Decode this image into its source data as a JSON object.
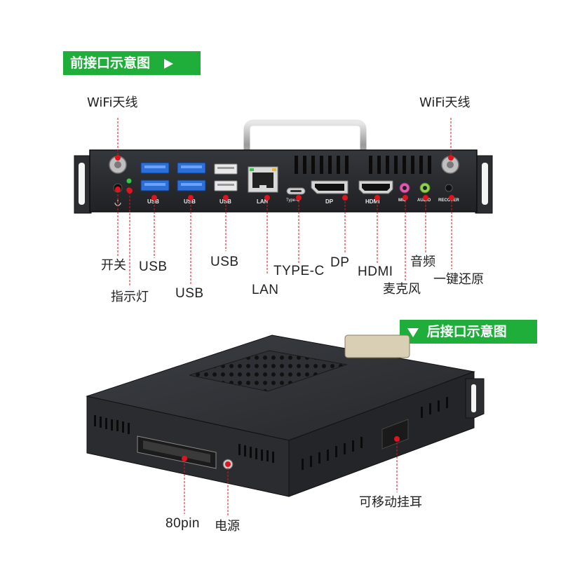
{
  "front_section": {
    "title": "前接口示意图"
  },
  "rear_section": {
    "title": "后接口示意图"
  },
  "front_panel": {
    "port_markings": {
      "usb_a": "USB",
      "usb_b": "USB",
      "usb_c": "USB",
      "lan": "LAN",
      "type_c": "Type-C",
      "dp": "DP",
      "hdmi": "HDMI",
      "mic": "MIC",
      "audio": "AUDIO",
      "recover": "RECOVER"
    }
  },
  "front_callouts": {
    "wifi_left": "WiFi天线",
    "wifi_right": "WiFi天线",
    "power_switch": "开关",
    "indicator": "指示灯",
    "usb_1": "USB",
    "usb_2": "USB",
    "usb_3": "USB",
    "lan": "LAN",
    "type_c": "TYPE-C",
    "dp": "DP",
    "hdmi": "HDMI",
    "mic": "麦克风",
    "audio": "音频",
    "recover": "一键还原"
  },
  "rear_callouts": {
    "pin80": "80pin",
    "power": "电源",
    "bracket": "可移动挂耳"
  },
  "colors": {
    "banner_green": "#1fae3a",
    "callout_red": "#e0141e",
    "chassis_dark": "#2a2c2f",
    "usb_blue": "#2c6fd8"
  }
}
